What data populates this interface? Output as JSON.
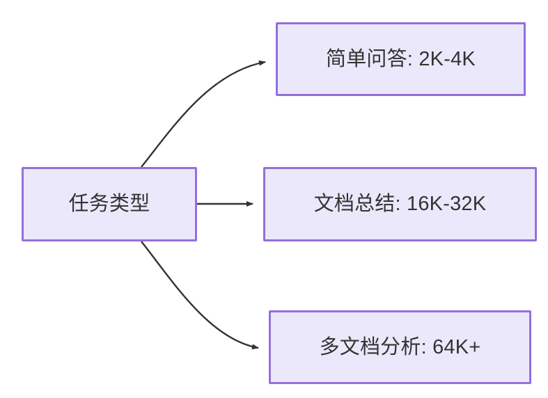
{
  "diagram": {
    "type": "flowchart",
    "direction": "left-to-right",
    "background_color": "#ffffff",
    "node_fill_color": "#ece8fb",
    "node_border_color": "#9370db",
    "node_text_color": "#333333",
    "edge_color": "#333333",
    "root": {
      "id": "root",
      "label": "任务类型"
    },
    "branches": [
      {
        "id": "simple-qa",
        "label": "简单问答: 2K-4K"
      },
      {
        "id": "doc-summary",
        "label": "文档总结: 16K-32K"
      },
      {
        "id": "multi-doc",
        "label": "多文档分析: 64K+"
      }
    ],
    "edges": [
      {
        "id": "edge-root-to-simple-qa",
        "from": "root",
        "to": "simple-qa",
        "style": "curved-arrow"
      },
      {
        "id": "edge-root-to-doc-summary",
        "from": "root",
        "to": "doc-summary",
        "style": "straight-arrow"
      },
      {
        "id": "edge-root-to-multi-doc",
        "from": "root",
        "to": "multi-doc",
        "style": "curved-arrow"
      }
    ]
  }
}
